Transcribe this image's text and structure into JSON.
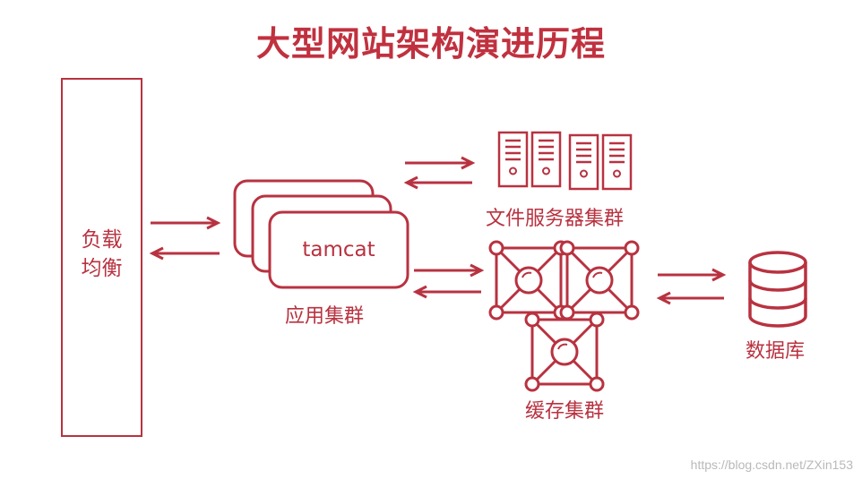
{
  "title": "大型网站架构演进历程",
  "load_balancer": {
    "line1": "负载",
    "line2": "均衡"
  },
  "app_server_label": "tamcat",
  "app_cluster_label": "应用集群",
  "file_server_label": "文件服务器集群",
  "cache_cluster_label": "缓存集群",
  "database_label": "数据库",
  "watermark": "https://blog.csdn.net/ZXin153",
  "colors": {
    "accent": "#b83240",
    "title": "#c0313f"
  }
}
